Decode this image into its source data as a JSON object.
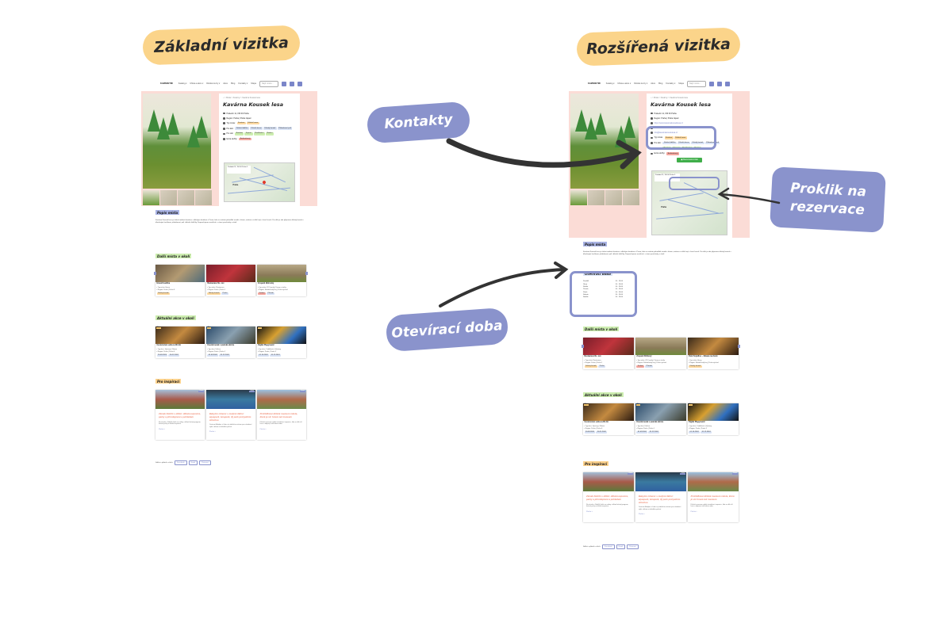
{
  "labels": {
    "basic": "Základní vizitka",
    "extended": "Rozšířená vizitka",
    "contacts": "Kontakty",
    "reservation": "Proklik na rezervace",
    "hours": "Otevírací doba"
  },
  "colors": {
    "label_orange": "#fbd48a",
    "label_blue": "#8a93cc",
    "hero_pink": "#fbdcd6",
    "arrow": "#333333"
  },
  "nav": {
    "logo": "KAMSDETMI",
    "items": [
      "Katalog ▾",
      "Místa a akce ▾",
      "Dětské kurzy ▾",
      "Akce",
      "Blog",
      "Kontakty ▾",
      "Mapa"
    ],
    "search_placeholder": "Najít místo..."
  },
  "place": {
    "breadcrumb": "⌂ > Místa > Kavárny > Kavárna Kousek lesa",
    "title": "Kavárna Kousek lesa",
    "address": "Poslední 11, 150 00 Praha",
    "region": "Region: Praha | Praha západ",
    "contacts": [
      "https://www.kavarnakouseklesa.cz",
      "+420 774 000 000",
      "info@kavarnakouseklesa.cz"
    ],
    "type_label": "Typ místa:",
    "type_tags": [
      "Kavárna",
      "Dětská herna"
    ],
    "kids_label": "Pro děti:",
    "kids_tags": [
      "Dětská židlička",
      "Dětská herna",
      "Dětský koutek",
      "Přebalovací pult"
    ],
    "age_label": "Pro věk:",
    "age_tags": [
      "Batolata",
      "Kojenci",
      "Předškoláci",
      "Školáci"
    ],
    "extra_label": "Extra služby:",
    "extra_tags": [
      "Bezbariérový"
    ],
    "reserve_button": "Rezervovat místo",
    "map_box": "Poslední 11, 150 00 Praha 5",
    "map_city": "Praha"
  },
  "description": {
    "heading": "Popis místa",
    "text": "Kavárna Kousek lesa je útulná rodinná kavárna s dětským koutkem v Praze, kde se můžete pohodlně usadit s kávou, zatímco si děti hrají v lesní herně. Pro děti je zde připraven dětský koutek s dřevěnými hračkami, přebalovací pult i dětské židličky. Doporučujeme navštívit i v rámci procházky v okolí."
  },
  "hours": {
    "heading": "Otevírací doba",
    "days": [
      {
        "day": "Pondělí",
        "time": "10 - 18:00"
      },
      {
        "day": "Úterý",
        "time": "10 - 18:00"
      },
      {
        "day": "Středa",
        "time": "10 - 18:00"
      },
      {
        "day": "Čtvrtek",
        "time": "10 - 18:00"
      },
      {
        "day": "Pátek",
        "time": "10 - 18:00"
      },
      {
        "day": "Sobota",
        "time": "10 - 18:00"
      },
      {
        "day": "Neděle",
        "time": "10 - 18:00"
      }
    ]
  },
  "nearby": {
    "heading": "Další místa v okolí",
    "basic_cards": [
      {
        "title": "Hravá Koulička",
        "type": "Typ místa: Herna",
        "region": "Region: Praha | Praha 8",
        "tags": [
          "Dětský koutek"
        ]
      },
      {
        "title": "Restaurace No. xxx",
        "type": "Typ místa: Restaurace",
        "region": "Region: Praha | Praha 1",
        "tags": [
          "Dětský koutek",
          "Praha"
        ]
      },
      {
        "title": "Zoopark Hlohovky",
        "type": "Typ místa: ZOO parky | Farmy a statky",
        "region": "Region: Středočeský kraj | Praha východ",
        "tags": [
          "Zvířata",
          "Příroda"
        ]
      }
    ],
    "extended_cards": [
      {
        "title": "Restaurace No. xxx",
        "type": "Typ místa: Restaurace",
        "region": "Region: Praha | Praha 1",
        "tags": [
          "Dětský koutek",
          "Praha"
        ]
      },
      {
        "title": "Zoopark Klíčkový",
        "type": "Typ místa: ZOO parky | Farmy a statky",
        "region": "Region: Středočeský kraj | Praha východ",
        "tags": [
          "Zvířata",
          "Příroda"
        ]
      },
      {
        "title": "Dvůr Kopidlno – Zábava na dvoře",
        "type": "Typ místa: Herny",
        "region": "Region: Středočeský kraj | Praha východ",
        "tags": [
          "Dětský koutek"
        ]
      }
    ]
  },
  "events": {
    "heading": "Aktuální akce v okolí",
    "badge": "Akce",
    "cards": [
      {
        "title": "Cesta kolem světa za 80 dní",
        "type": "Typ akce: Výstavy | Zábava",
        "region": "Region: Praha | Praha 8",
        "tags": [
          "20.09.2024",
          "30.11.2024"
        ]
      },
      {
        "title": "Kouzla loutek v pražské ulicíce",
        "type": "Typ akce: Kultura",
        "region": "Region: Praha | Praha 1",
        "tags": [
          "01.09.2024",
          "31.12.2024"
        ]
      },
      {
        "title": "Digital Playground",
        "type": "Typ akce: Vzdělávání | Výstavy",
        "region": "Region: Praha | Praha 3",
        "tags": [
          "01.10.2024",
          "31.12.2024"
        ]
      }
    ]
  },
  "inspiration": {
    "heading": "Pro inspiraci",
    "badge": "Článek",
    "more": "Přečíst »",
    "cards": [
      {
        "title": "Zámek Dobříš s dětmi: dětská expozice, parky a přírodopisné a pohledem",
        "text": "Na zámku v Dobříši čeká na rodiny s dětmi bohatý program, krásné parky a dětská expozice."
      },
      {
        "title": "Babylon Liberec s malými dětmi: aquapark, lunapark, iQ park pod jedním střechou",
        "text": "Centrum Babylon v Liberci je ideálním místem pro celodenní výlet s dětmi za každého počasí."
      },
      {
        "title": "Prohlídkové dětské muzeum města, která je víc hravá než muzeum",
        "text": "Dětské muzeum nabízí interaktivní expozice, kde se děti učí hrou a objevují svět kolem sebe."
      }
    ]
  },
  "share": {
    "label": "Sdílet s přáteli v sítích:",
    "buttons": [
      "Facebook",
      "Email",
      "Pinterest"
    ]
  }
}
